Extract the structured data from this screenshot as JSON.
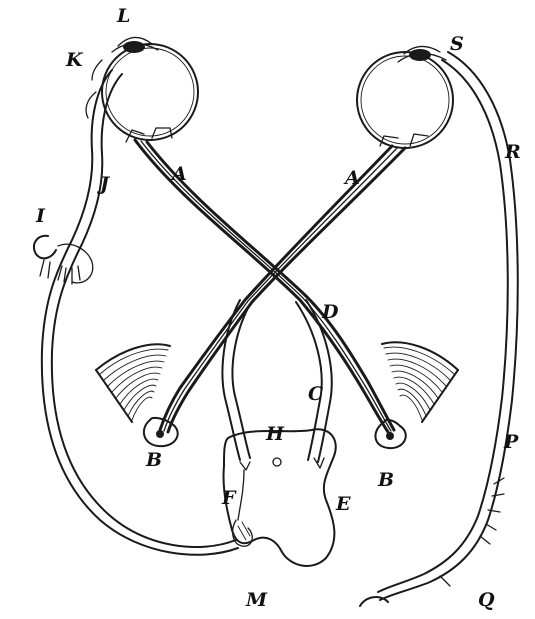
{
  "diagram": {
    "labels": {
      "L": "L",
      "K": "K",
      "S": "S",
      "R": "R",
      "J": "J",
      "I": "I",
      "A_left": "A",
      "A_right": "A",
      "D": "D",
      "C": "C",
      "H": "H",
      "B_left": "B",
      "B_right": "B",
      "F": "F",
      "E": "E",
      "P": "P",
      "M": "M",
      "Q": "Q"
    }
  }
}
